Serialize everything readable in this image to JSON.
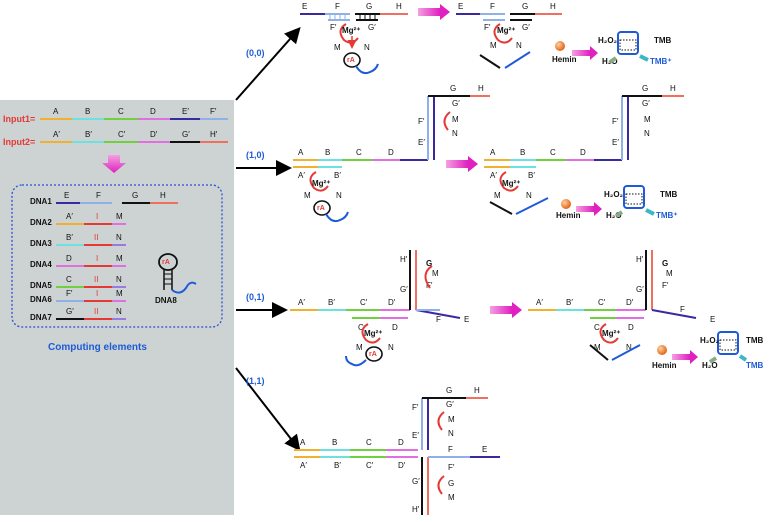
{
  "panel": {
    "input1_label": "Input1=",
    "input2_label": "Input2=",
    "input1_segments": [
      "A",
      "B",
      "C",
      "D",
      "E′",
      "F′"
    ],
    "input2_segments": [
      "A′",
      "B′",
      "C′",
      "D′",
      "G′",
      "H′"
    ],
    "box_title": "Computing elements",
    "dna_rows": [
      {
        "name": "DNA1",
        "segments": [
          "E",
          "F",
          "G",
          "H"
        ]
      },
      {
        "name": "DNA2",
        "segments": [
          "A′",
          "I",
          "M"
        ]
      },
      {
        "name": "DNA3",
        "segments": [
          "B′",
          "II",
          "N"
        ]
      },
      {
        "name": "DNA4",
        "segments": [
          "D",
          "I",
          "M"
        ]
      },
      {
        "name": "DNA5",
        "segments": [
          "C",
          "II",
          "N"
        ]
      },
      {
        "name": "DNA6",
        "segments": [
          "F′",
          "I",
          "M"
        ]
      },
      {
        "name": "DNA7",
        "segments": [
          "G′",
          "II",
          "N"
        ]
      }
    ],
    "dna8_label": "DNA8",
    "rA_label": "rA"
  },
  "branches": [
    {
      "label": "(0,0)"
    },
    {
      "label": "(1,0)"
    },
    {
      "label": "(0,1)"
    },
    {
      "label": "(1,1)"
    }
  ],
  "common": {
    "mg": "Mg²⁺",
    "rA": "rA",
    "hemin": "Hemin",
    "h2o2": "H₂O₂",
    "h2o": "H₂O",
    "tmb": "TMB",
    "tmb_plus": "TMB⁺",
    "M": "M",
    "N": "N",
    "I": "I",
    "II": "II"
  },
  "labels": {
    "E": "E",
    "F": "F",
    "G": "G",
    "H": "H",
    "Fp": "F′",
    "Gp": "G′",
    "Ep": "E′",
    "Hp": "H′",
    "A": "A",
    "B": "B",
    "C": "C",
    "D": "D",
    "Ap": "A′",
    "Bp": "B′",
    "Cp": "C′",
    "Dp": "D′"
  },
  "colors": {
    "panel_bg": "#cdd3d3",
    "A": "#f0b030",
    "B": "#6ee0e0",
    "C": "#70d040",
    "D": "#e070e0",
    "E": "#3a2aa0",
    "F": "#8fb0e8",
    "G": "#111111",
    "H": "#f07060",
    "arrow_pink": "#ee44cc",
    "red": "#e53935",
    "branch_blue": "#1e5bd8"
  }
}
